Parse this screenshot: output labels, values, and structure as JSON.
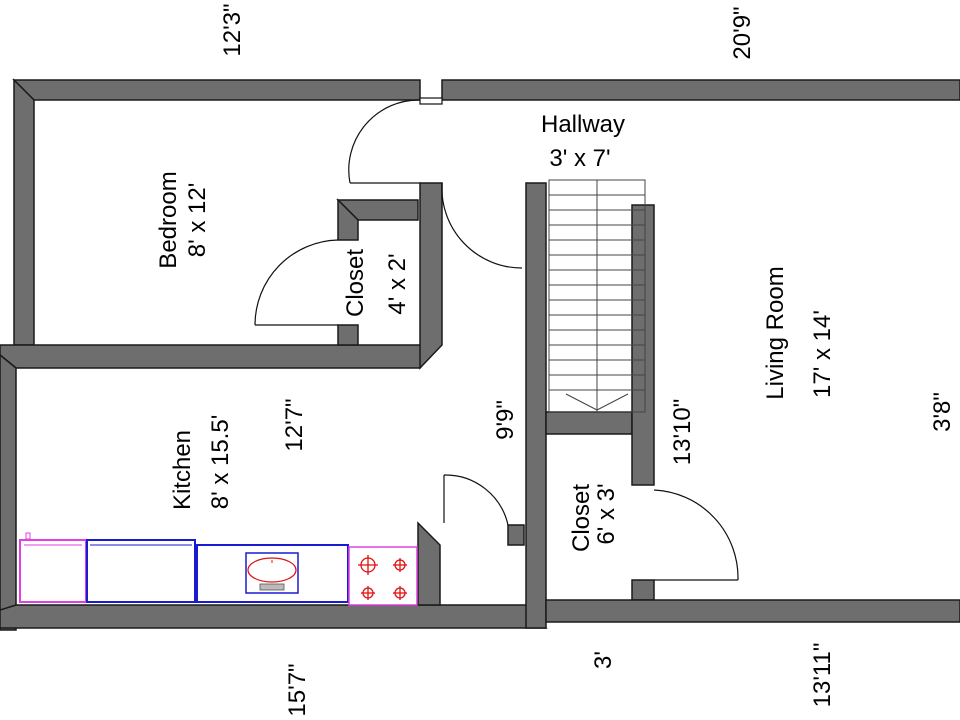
{
  "rooms": {
    "hallway": {
      "name": "Hallway",
      "size": "3' x 7'"
    },
    "bedroom": {
      "name": "Bedroom",
      "size": "8' x 12'"
    },
    "bedroom_closet": {
      "name": "Closet",
      "size": "4' x 2'"
    },
    "living_room": {
      "name": "Living Room",
      "size": "17' x 14'"
    },
    "kitchen": {
      "name": "Kitchen",
      "size": "8' x 15.5'"
    },
    "hall_closet": {
      "name": "Closet",
      "size": "6' x 3'"
    }
  },
  "dimensions": {
    "top_left": "12'3\"",
    "top_right": "20'9\"",
    "kitchen_inner": "12'7\"",
    "hall_wall": "9'9\"",
    "stair_wall": "13'10\"",
    "living_right": "3'8\"",
    "bottom_left": "15'7\"",
    "bottom_mid": "3'",
    "bottom_right": "13'11\""
  },
  "colors": {
    "wall": "#6e6e6e",
    "wall_edge": "#1a1a1a",
    "cabinet_outline_pink": "#e040e0",
    "cabinet_outline_blue": "#1a1ad0",
    "stove_burner": "#e01010"
  }
}
